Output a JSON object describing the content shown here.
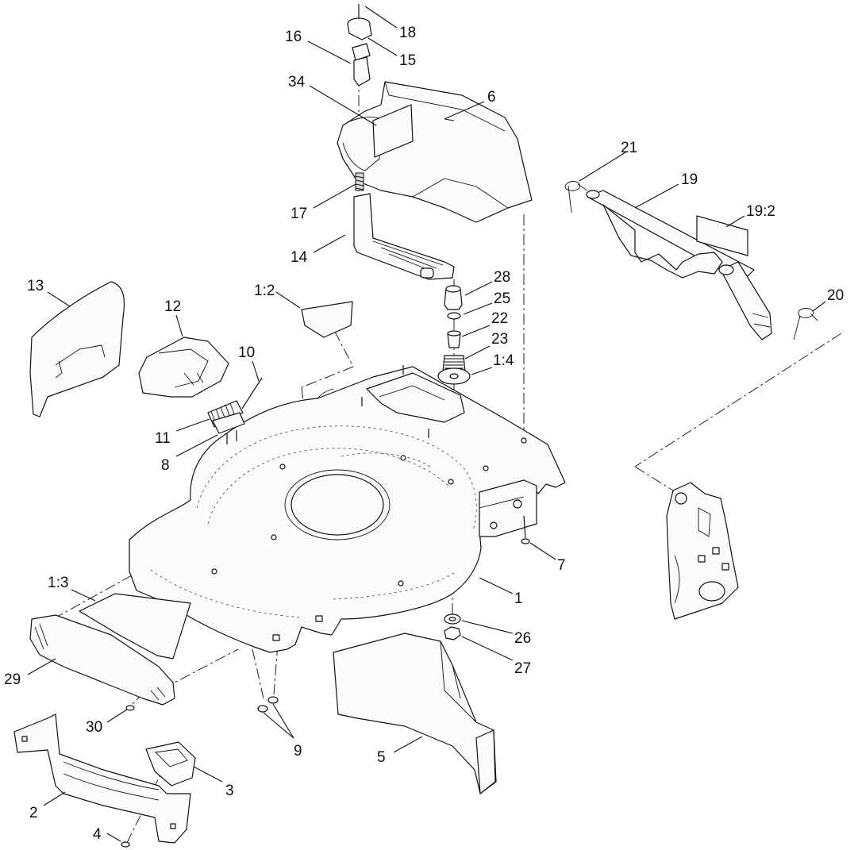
{
  "callouts": {
    "c18": "18",
    "c16": "16",
    "c15": "15",
    "c34": "34",
    "c6": "6",
    "c21": "21",
    "c19": "19",
    "c19_2": "19:2",
    "c17": "17",
    "c14": "14",
    "c13": "13",
    "c1_2": "1:2",
    "c28": "28",
    "c25": "25",
    "c20": "20",
    "c12": "12",
    "c10": "10",
    "c22": "22",
    "c23": "23",
    "c1_4": "1:4",
    "c11": "11",
    "c8": "8",
    "c7": "7",
    "c1_3": "1:3",
    "c1": "1",
    "c26": "26",
    "c27": "27",
    "c29": "29",
    "c30": "30",
    "c9": "9",
    "c5": "5",
    "c3": "3",
    "c2": "2",
    "c4": "4"
  }
}
